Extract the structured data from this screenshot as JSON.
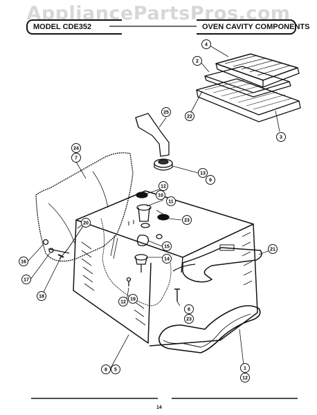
{
  "watermark": "AppliancePartsPros.com",
  "header": {
    "model": "MODEL CDE352",
    "section": "OVEN CAVITY COMPONENTS"
  },
  "page_number": "14",
  "callouts": [
    {
      "id": "c4",
      "label": "4"
    },
    {
      "id": "c2",
      "label": "2"
    },
    {
      "id": "c22",
      "label": "22"
    },
    {
      "id": "c3",
      "label": "3"
    },
    {
      "id": "c25",
      "label": "25"
    },
    {
      "id": "c13",
      "label": "13"
    },
    {
      "id": "c9",
      "label": "9"
    },
    {
      "id": "c24",
      "label": "24"
    },
    {
      "id": "c7",
      "label": "7"
    },
    {
      "id": "c12a",
      "label": "12"
    },
    {
      "id": "c10",
      "label": "10"
    },
    {
      "id": "c11",
      "label": "11"
    },
    {
      "id": "c23a",
      "label": "23"
    },
    {
      "id": "c20",
      "label": "20"
    },
    {
      "id": "c21",
      "label": "21"
    },
    {
      "id": "c15",
      "label": "15"
    },
    {
      "id": "c14",
      "label": "14"
    },
    {
      "id": "c16",
      "label": "16"
    },
    {
      "id": "c17",
      "label": "17"
    },
    {
      "id": "c18",
      "label": "18"
    },
    {
      "id": "c12b",
      "label": "12"
    },
    {
      "id": "c19",
      "label": "19"
    },
    {
      "id": "c6",
      "label": "6"
    },
    {
      "id": "c23b",
      "label": "23"
    },
    {
      "id": "c8",
      "label": "8"
    },
    {
      "id": "c5",
      "label": "5"
    },
    {
      "id": "c1",
      "label": "1"
    },
    {
      "id": "c12c",
      "label": "12"
    }
  ]
}
